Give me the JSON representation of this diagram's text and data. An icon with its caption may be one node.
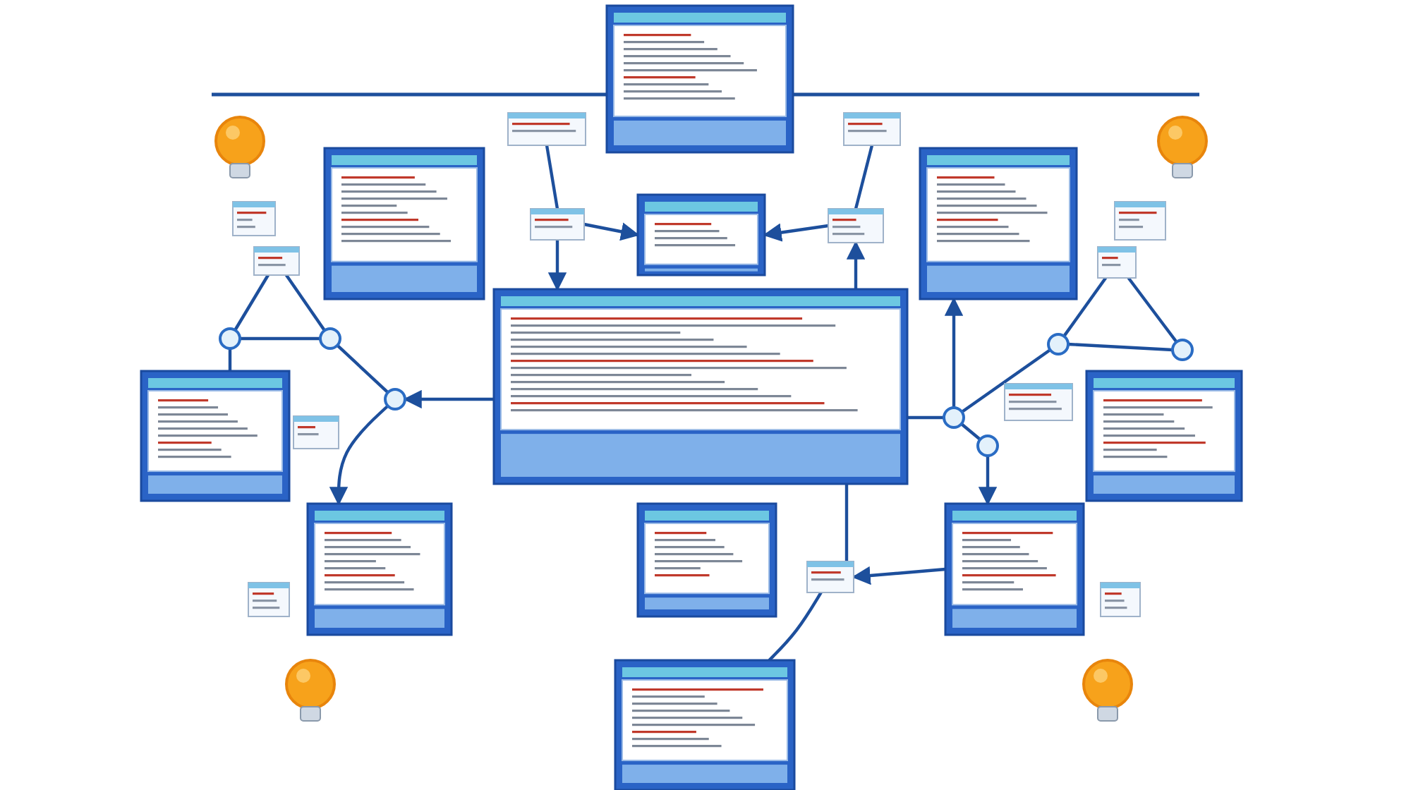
{
  "diagram": {
    "nodes": [
      {
        "text": [],
        "shape": "window"
      },
      {
        "text": [],
        "shape": "box"
      },
      {
        "text": [],
        "shape": "box"
      },
      {
        "text": [],
        "shape": "window"
      },
      {
        "text": [],
        "shape": "window"
      },
      {
        "text": [],
        "shape": "box"
      },
      {
        "text": [],
        "shape": "box"
      },
      {
        "text": [],
        "shape": "window"
      },
      {
        "text": [],
        "shape": "box"
      },
      {
        "text": [],
        "shape": "box"
      },
      {
        "text": [],
        "shape": "window"
      },
      {
        "text": [],
        "shape": "box"
      },
      {
        "text": [],
        "shape": "box"
      },
      {
        "text": [],
        "shape": "circle"
      },
      {
        "text": [],
        "shape": "circle"
      },
      {
        "text": [],
        "shape": "circle"
      },
      {
        "text": [],
        "shape": "circle"
      },
      {
        "text": [],
        "shape": "window"
      },
      {
        "text": [],
        "shape": "window"
      },
      {
        "text": [],
        "shape": "box"
      },
      {
        "text": [],
        "shape": "circle"
      },
      {
        "text": [],
        "shape": "box"
      },
      {
        "text": [],
        "shape": "circle"
      },
      {
        "text": [],
        "shape": "circle"
      },
      {
        "text": [],
        "shape": "window"
      },
      {
        "text": [],
        "shape": "window"
      },
      {
        "text": [],
        "shape": "window"
      },
      {
        "text": [],
        "shape": "box"
      },
      {
        "text": [],
        "shape": "box"
      },
      {
        "text": [],
        "shape": "box"
      },
      {
        "text": [],
        "shape": "window"
      }
    ],
    "edges": [
      {
        "from": 1,
        "to": 6,
        "arrow": "none"
      },
      {
        "from": 6,
        "to": 7,
        "arrow": "to"
      },
      {
        "from": 2,
        "to": 8,
        "arrow": "none"
      },
      {
        "from": 8,
        "to": 7,
        "arrow": "to"
      },
      {
        "from": 6,
        "to": 10,
        "arrow": "to"
      },
      {
        "from": 10,
        "to": 8,
        "arrow": "to"
      },
      {
        "from": 11,
        "to": 13,
        "arrow": "none"
      },
      {
        "from": 11,
        "to": 14,
        "arrow": "none"
      },
      {
        "from": 13,
        "to": 14,
        "arrow": "none"
      },
      {
        "from": 14,
        "to": 20,
        "arrow": "none"
      },
      {
        "from": 13,
        "to": 17,
        "arrow": "none"
      },
      {
        "from": 10,
        "to": 20,
        "arrow": "to"
      },
      {
        "from": 20,
        "to": 24,
        "arrow": "to"
      },
      {
        "from": 12,
        "to": 15,
        "arrow": "none"
      },
      {
        "from": 12,
        "to": 16,
        "arrow": "none"
      },
      {
        "from": 15,
        "to": 16,
        "arrow": "none"
      },
      {
        "from": 15,
        "to": 22,
        "arrow": "none"
      },
      {
        "from": 10,
        "to": 22,
        "arrow": "none"
      },
      {
        "from": 22,
        "to": 4,
        "arrow": "to"
      },
      {
        "from": 22,
        "to": 23,
        "arrow": "none"
      },
      {
        "from": 23,
        "to": 26,
        "arrow": "to"
      },
      {
        "from": 10,
        "to": 27,
        "arrow": "none"
      },
      {
        "from": 26,
        "to": 27,
        "arrow": "to"
      },
      {
        "from": 27,
        "to": 30,
        "arrow": "none"
      }
    ]
  }
}
